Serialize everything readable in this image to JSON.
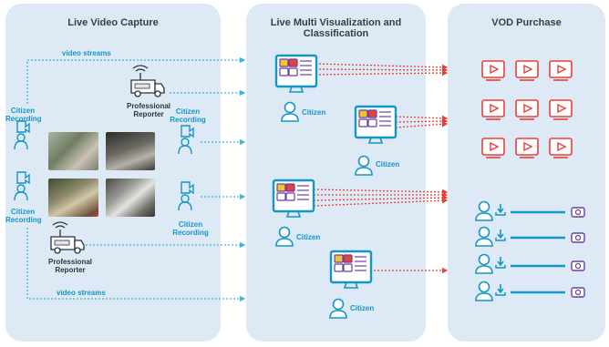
{
  "panels": {
    "capture": {
      "title": "Live Video Capture"
    },
    "classify": {
      "title": "Live Multi Visualization and Classification"
    },
    "purchase": {
      "title": "VOD Purchase"
    }
  },
  "labels": {
    "video_streams": "video streams",
    "citizen_recording": "Citizen Recording",
    "citizen_recording_l1": "Citizen",
    "citizen_recording_l2": "Recording",
    "professional_l1": "Professional",
    "professional_l2": "Reporter",
    "citizen": "Citizen"
  },
  "colors": {
    "panel_bg": "#ddeaf6",
    "accent_blue": "#1596c4",
    "stream_blue": "#38b6dc",
    "red": "#e8403a",
    "purple": "#6a3fa0"
  },
  "icons": [
    "camera-person-icon",
    "news-van-icon",
    "monitor-icon",
    "citizen-avatar-icon",
    "play-video-icon",
    "download-icon",
    "coin-icon"
  ]
}
